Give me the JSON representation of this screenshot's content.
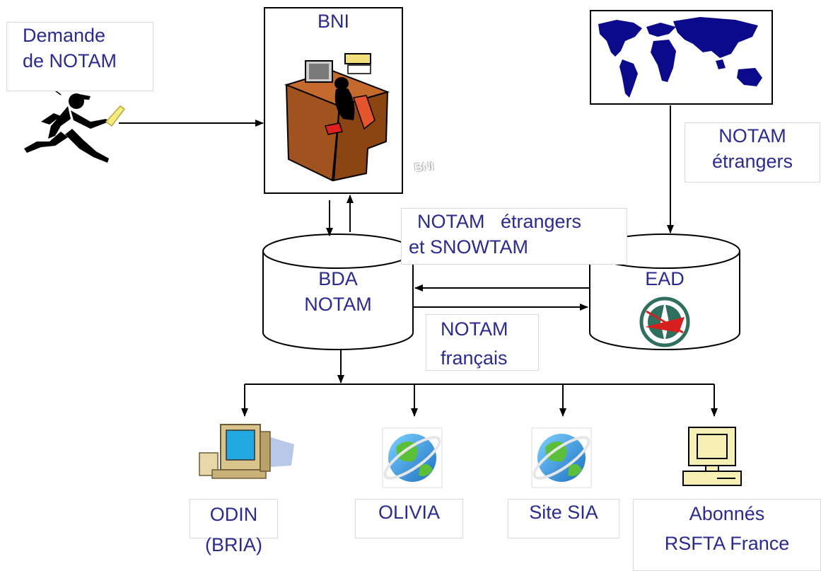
{
  "labels": {
    "demande_line1": "Demande",
    "demande_line2": "de NOTAM",
    "bni_title": "BNI",
    "bni_sub": "BNI",
    "notam_etrangers_line1": "NOTAM",
    "notam_etrangers_line2": "étrangers",
    "notam_snowtam_line1": "NOTAM   étrangers",
    "notam_snowtam_line2": "et SNOWTAM",
    "bda_line1": "BDA",
    "bda_line2": "NOTAM",
    "ead": "EAD",
    "notam_francais_line1": "NOTAM",
    "notam_francais_line2": "français",
    "odin_line1": "ODIN",
    "odin_line2": "(BRIA)",
    "olivia": "OLIVIA",
    "site_sia": "Site SIA",
    "abonnes_line1": "Abonnés",
    "abonnes_line2": "RSFTA France"
  },
  "icons": {
    "runner": "running-person-icon",
    "desk": "office-desk-icon",
    "world_map": "world-map-icon",
    "ead_logo": "compass-logo-icon",
    "odin_computer": "desktop-computer-icon",
    "olivia_globe": "globe-icon",
    "site_globe": "globe-icon",
    "terminal": "computer-terminal-icon"
  },
  "colors": {
    "text": "#2b2b8f",
    "map_land": "#0a0a8a",
    "globe_sea": "#2a8fd8",
    "globe_land": "#5cbf3a",
    "terminal": "#f6f0b4",
    "desk": "#b25a25"
  }
}
